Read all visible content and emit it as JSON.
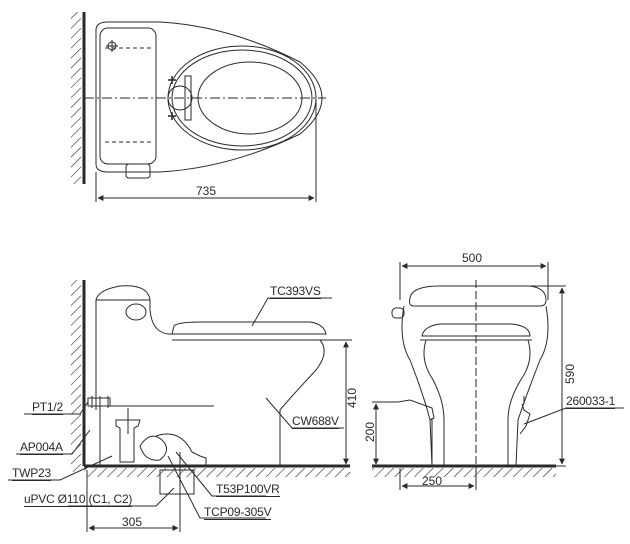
{
  "drawing": {
    "type": "one-piece toilet technical drawing",
    "views": [
      "top",
      "side",
      "front"
    ]
  },
  "top_view": {
    "dimensions": {
      "length": "735"
    }
  },
  "side_view": {
    "dimensions": {
      "seat_height": "410",
      "rough_in": "305"
    },
    "parts": {
      "seat": "TC393VS",
      "body": "CW688V",
      "supply_pipe": "PT1/2",
      "valve": "AP004A",
      "gasket": "TWP23",
      "drain_pipe": "uPVC Ø110 (C1, C2)",
      "flange": "T53P100VR",
      "adapter": "TCP09-305V"
    }
  },
  "front_view": {
    "dimensions": {
      "width": "500",
      "height": "590",
      "supply_height": "200",
      "supply_offset": "250"
    },
    "parts": {
      "angle_valve": "260033-1"
    }
  },
  "colors": {
    "line": "#2a2a2a",
    "background": "#ffffff"
  }
}
